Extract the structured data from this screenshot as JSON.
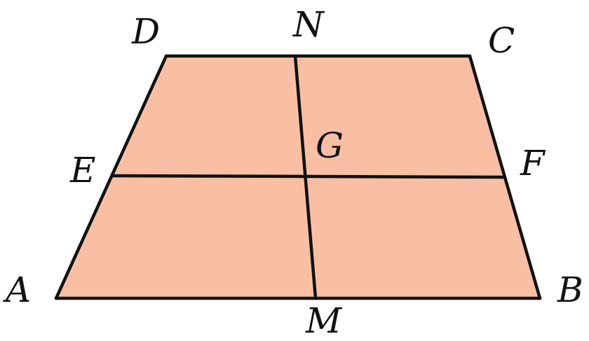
{
  "figure": {
    "fill_color": "#f8bfa4",
    "stroke_color": "#111111",
    "labels": {
      "A": "A",
      "B": "B",
      "C": "C",
      "D": "D",
      "E": "E",
      "F": "F",
      "G": "G",
      "M": "M",
      "N": "N"
    }
  }
}
